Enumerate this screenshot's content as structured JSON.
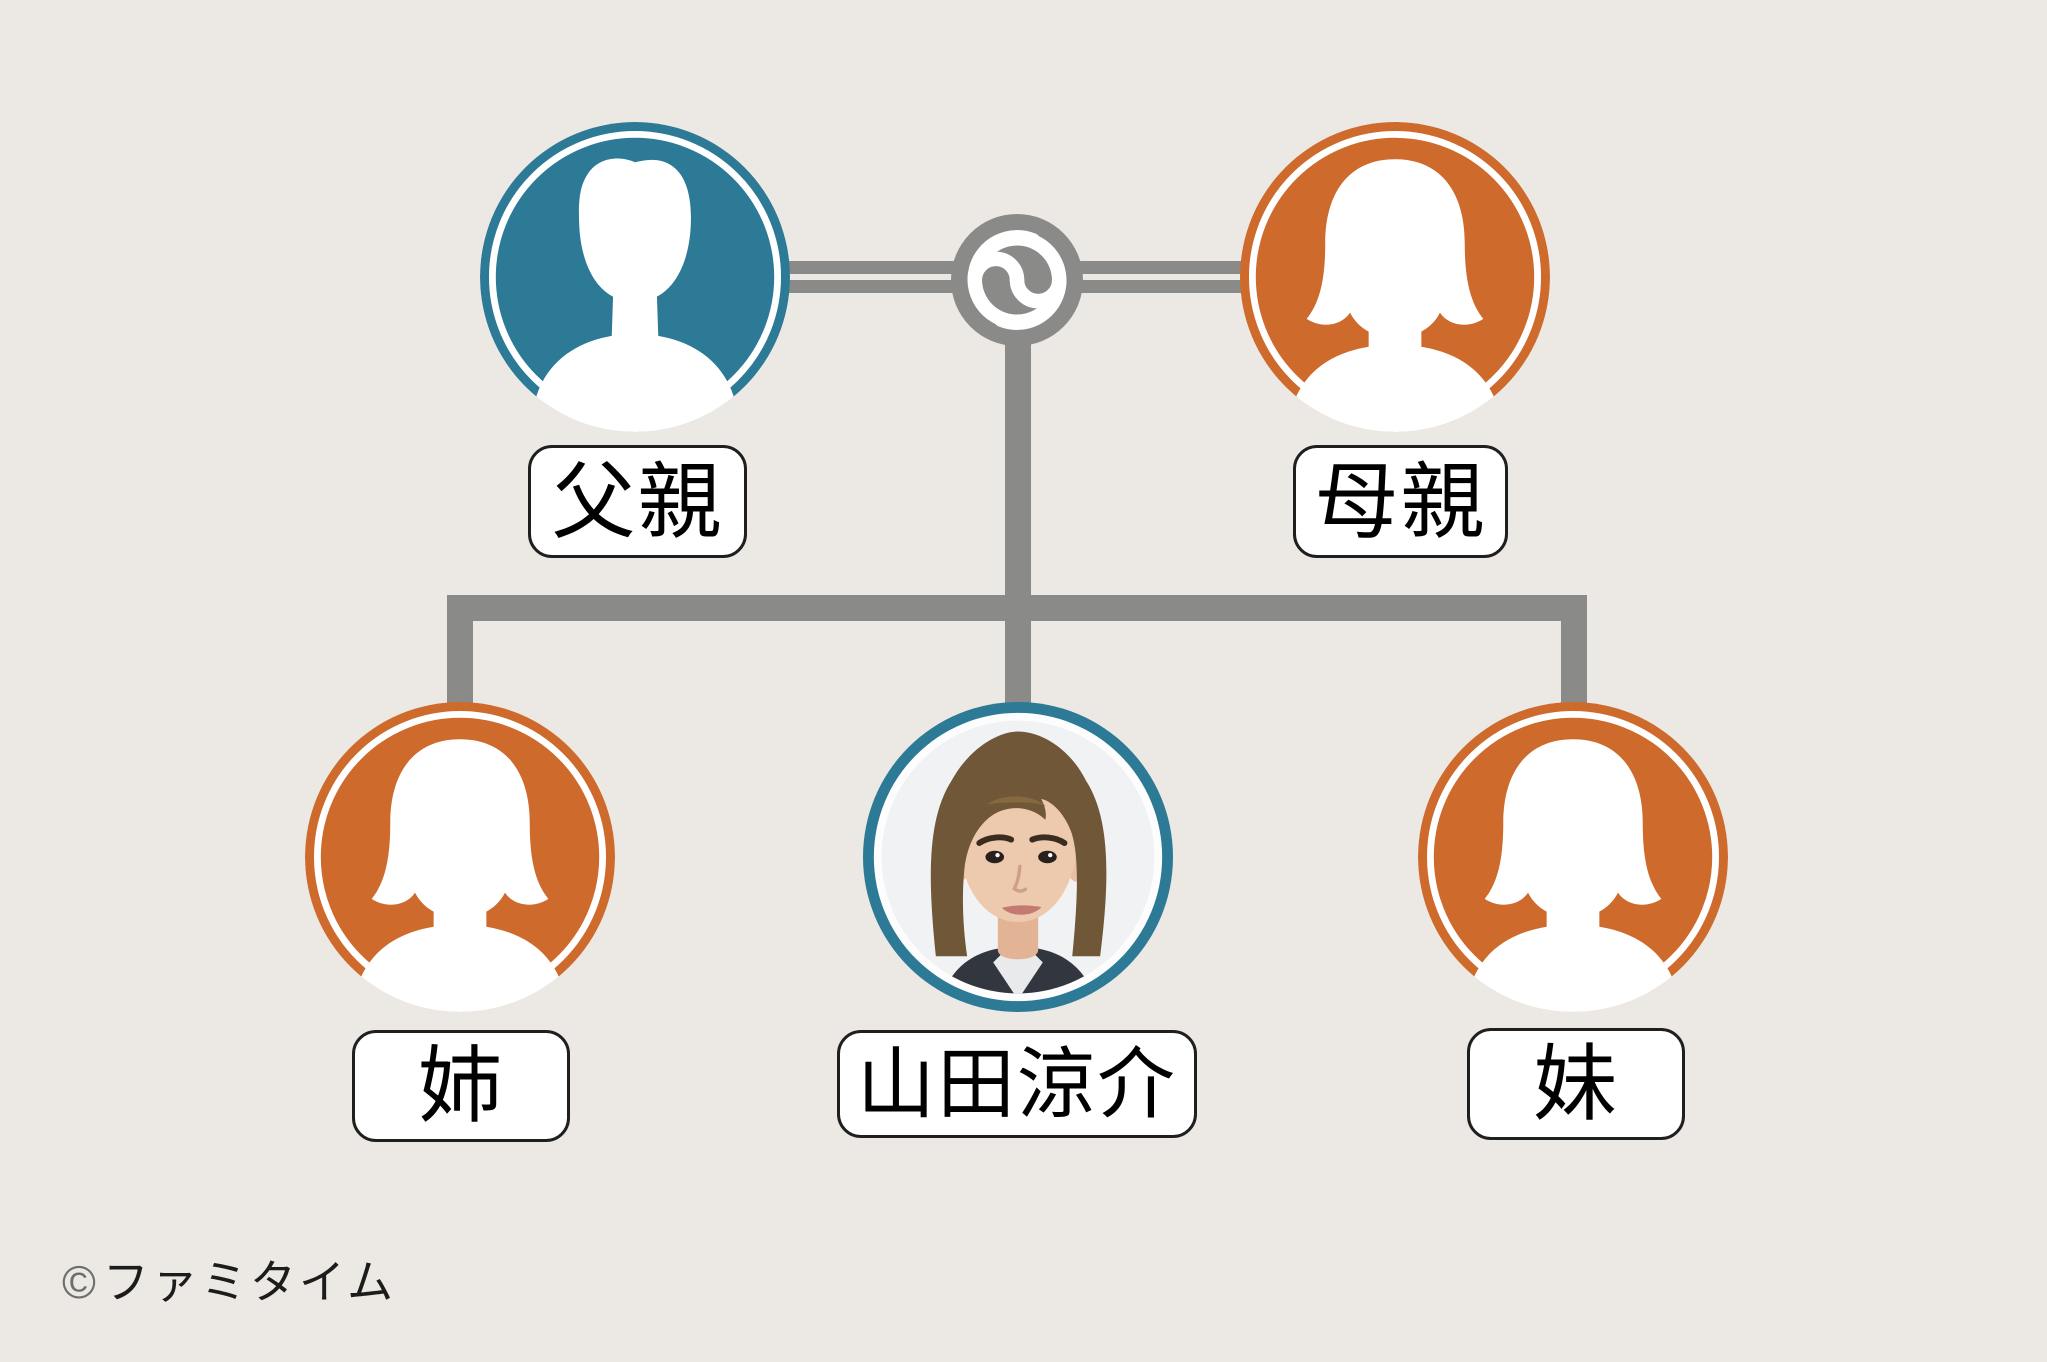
{
  "diagram": {
    "type": "family-tree",
    "background_color": "#ECE9E4",
    "connector_color": "#8A8A89",
    "label_border_color": "#1F1F1F",
    "label_background_color": "#FFFFFF",
    "male_accent_color": "#2D7A97",
    "female_accent_color": "#CD6A2C",
    "nodes": {
      "father": {
        "label": "父親",
        "avatar": "male-silhouette",
        "color": "#2D7A97",
        "row": "parents"
      },
      "mother": {
        "label": "母親",
        "avatar": "female-silhouette",
        "color": "#CD6A2C",
        "row": "parents"
      },
      "elder_sister": {
        "label": "姉",
        "avatar": "female-silhouette",
        "color": "#CD6A2C",
        "row": "children"
      },
      "self": {
        "label": "山田涼介",
        "avatar": "photo-portrait",
        "color": "#2D7A97",
        "row": "children"
      },
      "younger_sister": {
        "label": "妹",
        "avatar": "female-silhouette",
        "color": "#CD6A2C",
        "row": "children"
      }
    },
    "relations": {
      "marriage": [
        "father",
        "mother"
      ],
      "children": [
        "elder_sister",
        "self",
        "younger_sister"
      ],
      "marriage_symbol": "swirl"
    },
    "footer": {
      "copyright_symbol": "©",
      "copyright_text": "ファミタイム"
    }
  }
}
